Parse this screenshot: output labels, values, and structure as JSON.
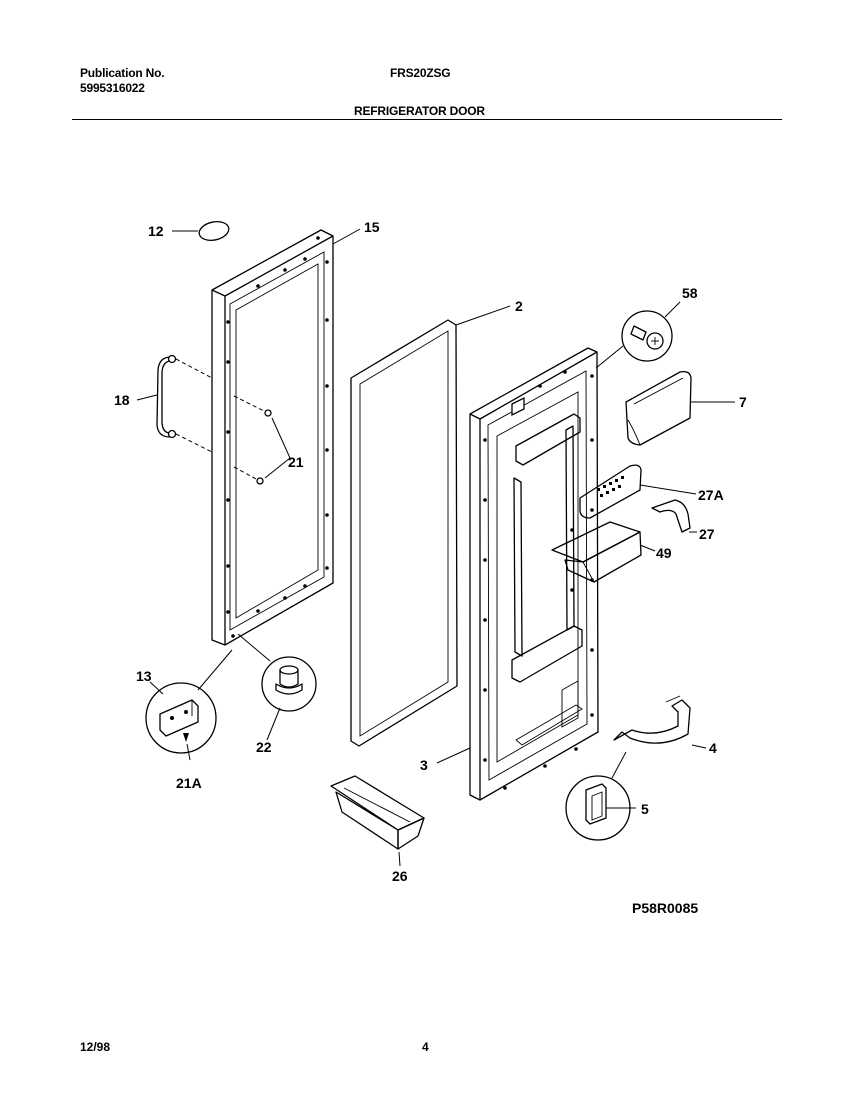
{
  "header": {
    "publication_label": "Publication No.",
    "publication_number": "5995316022",
    "model": "FRS20ZSG",
    "section_title": "REFRIGERATOR DOOR"
  },
  "callouts": {
    "c12": "12",
    "c15": "15",
    "c2": "2",
    "c58": "58",
    "c18": "18",
    "c21": "21",
    "c7": "7",
    "c27A": "27A",
    "c27": "27",
    "c49": "49",
    "c13": "13",
    "c22": "22",
    "c21A": "21A",
    "c3": "3",
    "c4": "4",
    "c5": "5",
    "c26": "26"
  },
  "figure_code": "P58R0085",
  "footer": {
    "date": "12/98",
    "page": "4"
  }
}
